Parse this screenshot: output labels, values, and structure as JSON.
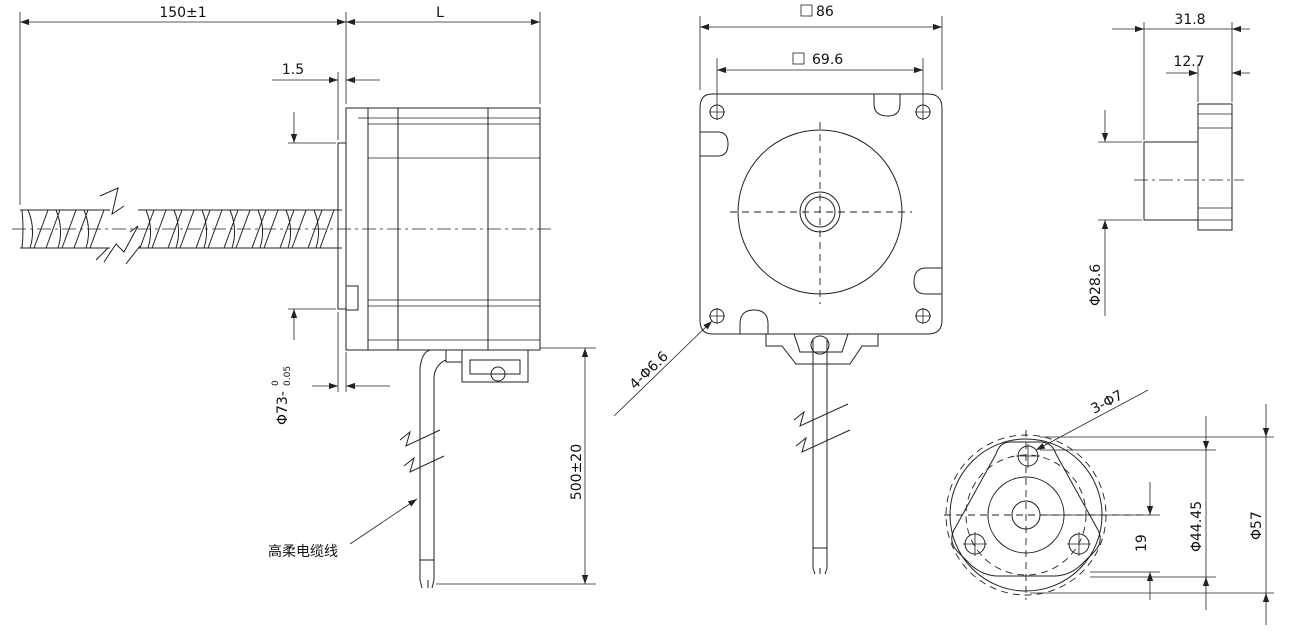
{
  "dims": {
    "screw_length": "150±1",
    "motor_length": "L",
    "flange_thickness": "1.5",
    "spigot_dia": "Φ73-",
    "spigot_tol_upper": "0",
    "spigot_tol_lower": "0.05",
    "cable_length": "500±20",
    "cable_label": "高柔电缆线",
    "frame_size": "86",
    "bolt_pitch": "69.6",
    "mount_holes": "4-Φ6.6",
    "nut_length": "31.8",
    "nut_flange": "12.7",
    "nut_dia": "Φ28.6",
    "nut_holes": "3-Φ7",
    "hole_offset": "19",
    "hole_circle": "Φ44.45",
    "nut_flange_dia": "Φ57"
  },
  "colors": {
    "line": "#222222",
    "background": "#ffffff"
  }
}
